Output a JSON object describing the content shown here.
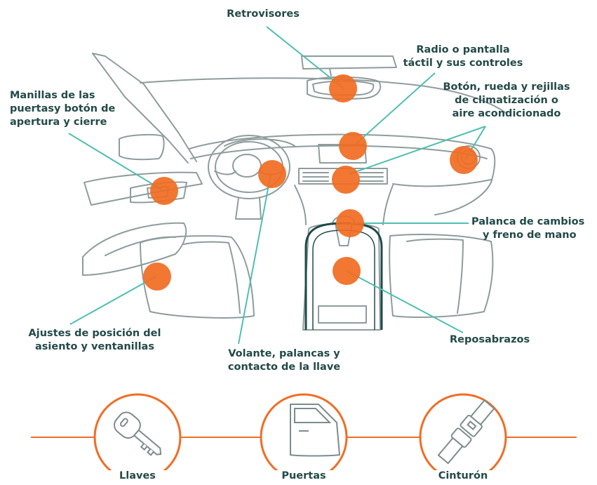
{
  "callouts": {
    "mirrors": [
      "Retrovisores"
    ],
    "radio": [
      "Radio o pantalla",
      "táctil y sus controles"
    ],
    "climate": [
      "Botón, rueda y rejillas",
      "de climatización o",
      "aire acondicionado"
    ],
    "door_handles": [
      "Manillas de las",
      "puertasy botón de",
      "apertura y cierre"
    ],
    "gear": [
      "Palanca de cambios",
      "y freno de mano"
    ],
    "seat": [
      "Ajustes de posición del",
      "asiento y ventanillas"
    ],
    "steering": [
      "Volante, palancas y",
      "contacto de la llave"
    ],
    "armrest": [
      "Reposabrazos"
    ]
  },
  "bottom_items": [
    {
      "label": "Llaves",
      "icon": "key-icon"
    },
    {
      "label": "Puertas",
      "icon": "car-door-icon"
    },
    {
      "label": "Cinturón",
      "icon": "seatbelt-buckle-icon"
    }
  ],
  "colors": {
    "accent": "#f06d24",
    "outline": "#8a9a9a",
    "pointer": "#4fbfb0",
    "text": "#234a48",
    "console": "#1f4a4a"
  }
}
